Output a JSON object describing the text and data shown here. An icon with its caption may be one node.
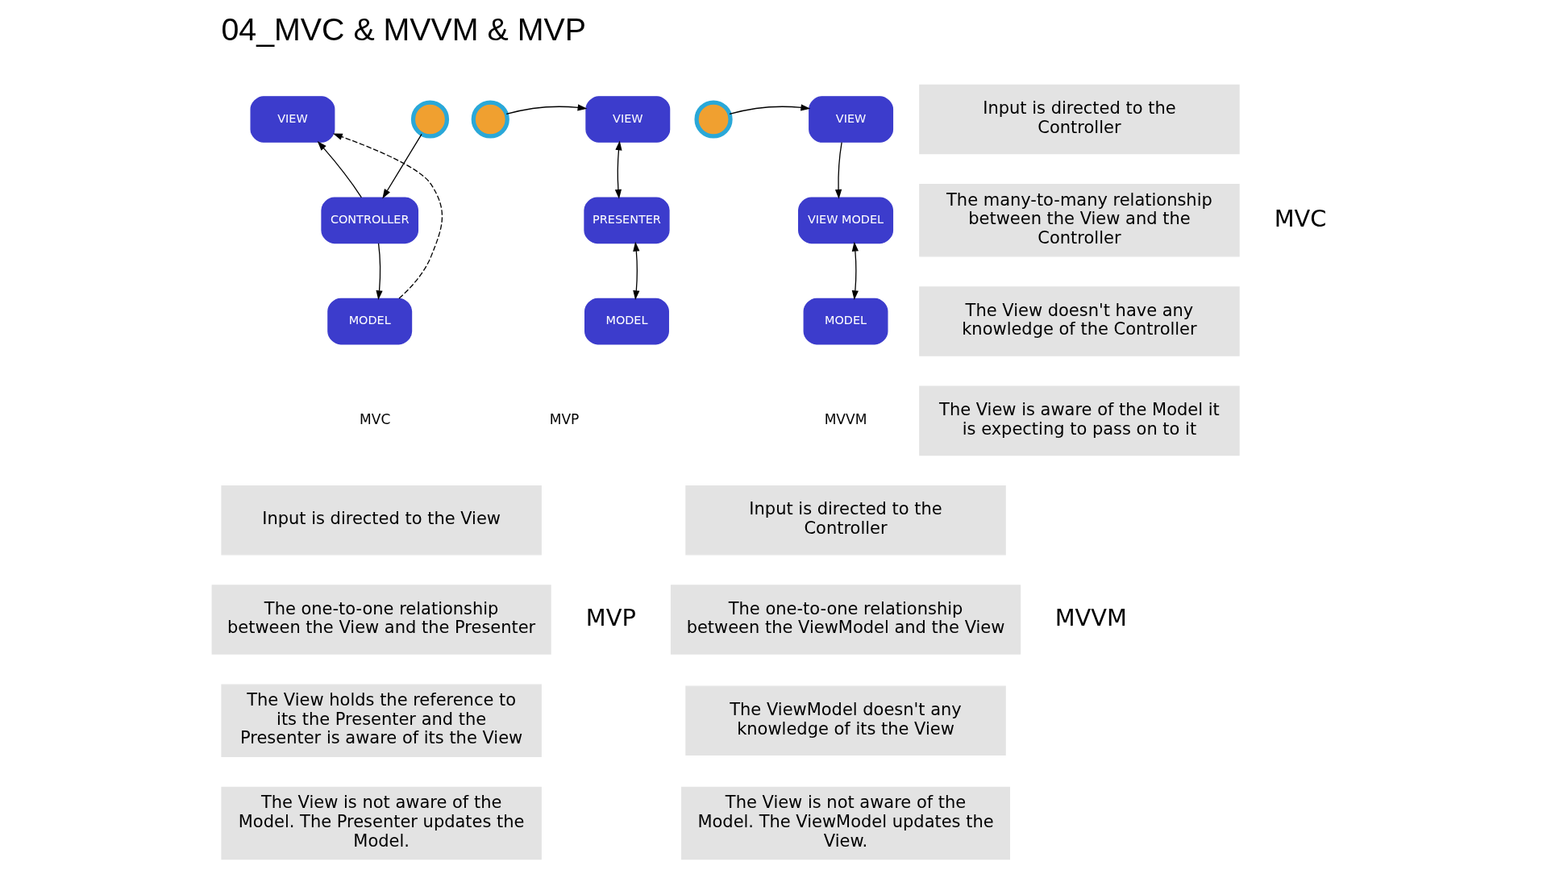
{
  "diagram": {
    "title": "04_MVC & MVVM & MVP",
    "nodes": [
      {
        "text": [
          "VIEW"
        ]
      },
      {
        "text": [
          "CONTROLLER"
        ]
      },
      {
        "text": [
          "MODEL"
        ]
      },
      {
        "text": [],
        "shape": "person"
      },
      {
        "text": [
          "VIEW"
        ]
      },
      {
        "text": [
          "PRESENTER"
        ]
      },
      {
        "text": [
          "MODEL"
        ]
      },
      {
        "text": [],
        "shape": "person"
      },
      {
        "text": [
          "VIEW"
        ]
      },
      {
        "text": [
          "VIEW MODEL"
        ]
      },
      {
        "text": [
          "MODEL"
        ]
      },
      {
        "text": [],
        "shape": "person"
      },
      {
        "text": [
          "Input is directed to the Controller"
        ]
      },
      {
        "text": [
          "The many-to-many relationship between the View and the Controller"
        ]
      },
      {
        "text": [
          "The View doesn't have any knowledge of the Controller"
        ]
      },
      {
        "text": [
          "The View is aware of the Model it is expecting to pass on to it"
        ]
      },
      {
        "text": [
          "Input is directed to the View"
        ]
      },
      {
        "text": [
          "The one-to-one relationship between the View and the Presenter"
        ]
      },
      {
        "text": [
          "The View holds the reference to its the Presenter and the Presenter is aware of its the View"
        ]
      },
      {
        "text": [
          "The View is not aware of the Model. The Presenter updates the Model."
        ]
      },
      {
        "text": [
          "Input is directed to the Controller"
        ]
      },
      {
        "text": [
          "The one-to-one relationship between the ViewModel and the View"
        ]
      },
      {
        "text": [
          "The ViewModel doesn't any knowledge of its the View"
        ]
      },
      {
        "text": [
          "The View is not aware of the Model. The ViewModel updates the View."
        ]
      }
    ],
    "edges": [
      {
        "from": 3,
        "to": 1,
        "arrow": "to"
      },
      {
        "from": 1,
        "to": 0,
        "arrow": "to"
      },
      {
        "from": 1,
        "to": 2,
        "arrow": "to"
      },
      {
        "from": 2,
        "to": 0,
        "arrow": "to",
        "style": "dashed"
      },
      {
        "from": 7,
        "to": 4,
        "arrow": "to"
      },
      {
        "from": 4,
        "to": 5,
        "arrow": "both"
      },
      {
        "from": 5,
        "to": 6,
        "arrow": "both"
      },
      {
        "from": 11,
        "to": 8,
        "arrow": "to"
      },
      {
        "from": 8,
        "to": 9,
        "arrow": "to"
      },
      {
        "from": 9,
        "to": 10,
        "arrow": "both"
      }
    ],
    "labels": [
      "MVC",
      "MVP",
      "MVVM",
      "MVC",
      "MVP",
      "MVVM"
    ]
  }
}
